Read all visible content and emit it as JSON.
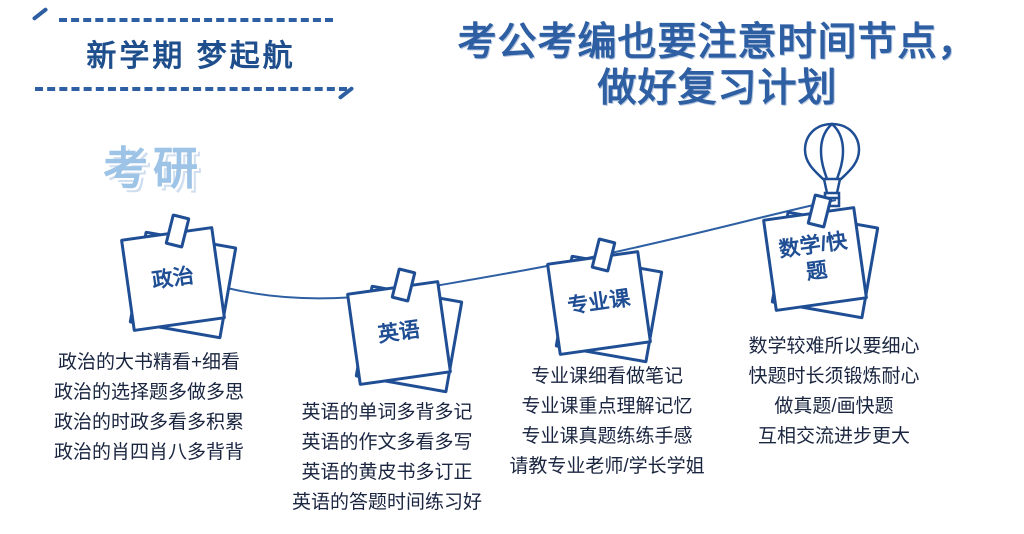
{
  "badge": {
    "label": "新学期 梦起航"
  },
  "title": {
    "line1": "考公考编也要注意时间节点，",
    "line2": "做好复习计划"
  },
  "section_label": "考研",
  "notes": [
    {
      "label": "政治",
      "lines": [
        "政治的大书精看+细看",
        "政治的选择题多做多思",
        "政治的时政多看多积累",
        "政治的肖四肖八多背背"
      ]
    },
    {
      "label": "英语",
      "lines": [
        "英语的单词多背多记",
        "英语的作文多看多写",
        "英语的黄皮书多订正",
        "英语的答题时间练习好"
      ]
    },
    {
      "label": "专业课",
      "lines": [
        "专业课细看做笔记",
        "专业课重点理解记忆",
        "专业课真题练练手感",
        "请教专业老师/学长学姐"
      ]
    },
    {
      "label": "数学/快题",
      "lines": [
        "数学较难所以要细心",
        "快题时长须锻炼耐心",
        "做真题/画快题",
        "互相交流进步更大"
      ]
    }
  ],
  "icons": {
    "balloon": "hot-air-balloon",
    "clip": "note-clip",
    "rope": "hanging-string"
  },
  "colors": {
    "title_blue": "#2E5FA3",
    "badge_blue": "#1F4E8C",
    "note_border_blue": "#1F4E94",
    "light_blue": "#9DC3E6",
    "body_text": "#1A2540",
    "background": "#FFFFFF"
  }
}
